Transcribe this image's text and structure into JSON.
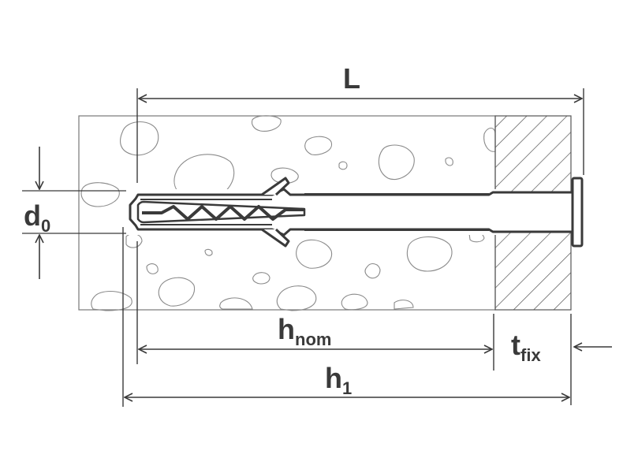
{
  "labels": {
    "L": "L",
    "d": {
      "main": "d",
      "sub": "0"
    },
    "hnom": {
      "main": "h",
      "sub": "nom"
    },
    "h1": {
      "main": "h",
      "sub": "1"
    },
    "tfix": {
      "main": "t",
      "sub": "fix"
    }
  },
  "colors": {
    "line": "#3a3a3a",
    "stone": "#8a8a8a",
    "hatch": "#555555"
  }
}
